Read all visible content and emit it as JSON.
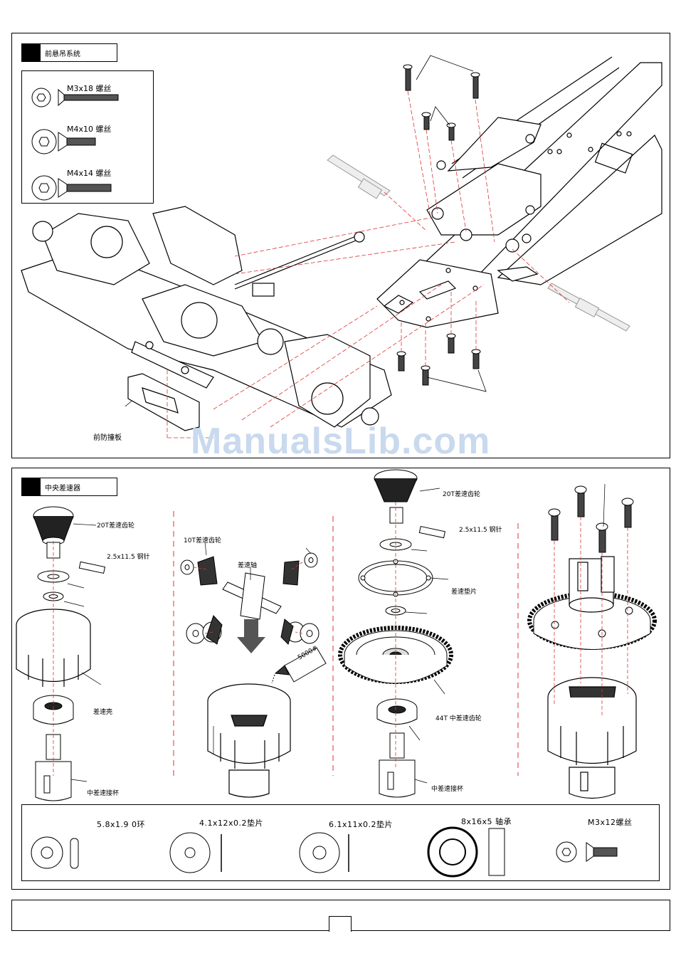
{
  "front_section": {
    "title": "前悬吊系统",
    "screws": [
      {
        "label": "M3x18 螺丝"
      },
      {
        "label": "M4x10 螺丝"
      },
      {
        "label": "M4x14 螺丝"
      }
    ],
    "bumper_label": "前防撞板"
  },
  "watermark": "ManualsLib.com",
  "diff_section": {
    "title": "中央差速器",
    "left": {
      "gear_label": "20T差速齿轮",
      "pin_label": "2.5x11.5 钢针",
      "case_label": "差速壳",
      "cup_label": "中差速接杯"
    },
    "middle": {
      "gear_label": "10T差速齿轮",
      "shaft_label": "差速轴",
      "oil_label": "5000#"
    },
    "right": {
      "gear_label": "20T差速齿轮",
      "pin_label": "2.5x11.5 钢针",
      "shim_label": "差速垫片",
      "spur_label": "44T 中差速齿轮",
      "cup_label": "中差速接杯"
    }
  },
  "parts_legend": [
    {
      "label": "5.8x1.9 0环"
    },
    {
      "label": "4.1x12x0.2垫片"
    },
    {
      "label": "6.1x11x0.2垫片"
    },
    {
      "label": "8x16x5 轴承"
    },
    {
      "label": "M3x12螺丝"
    }
  ]
}
